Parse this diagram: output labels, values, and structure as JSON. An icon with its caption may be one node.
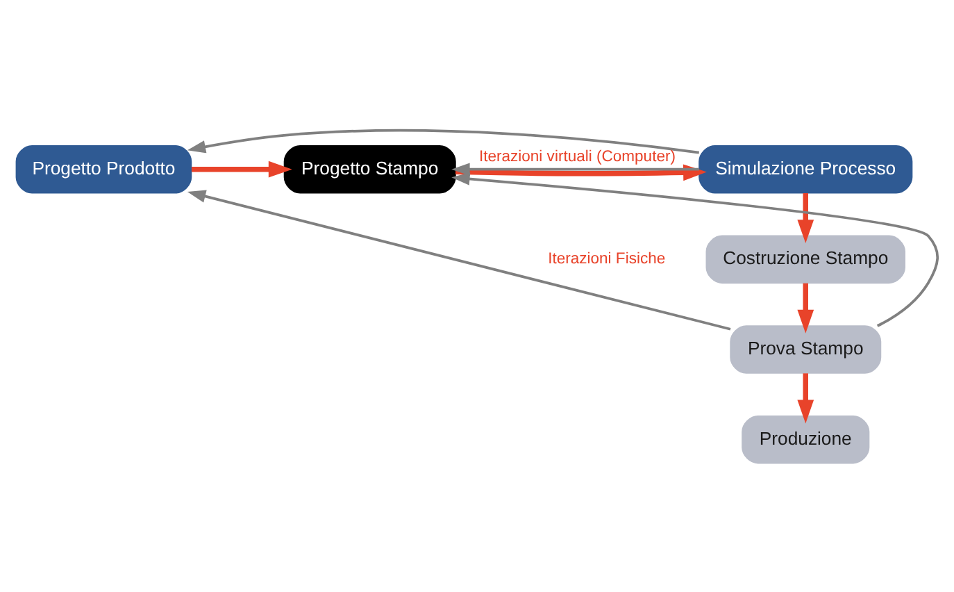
{
  "diagram": {
    "nodes": [
      {
        "text": [
          "Progetto Prodotto"
        ]
      },
      {
        "text": [
          "Progetto Stampo"
        ]
      },
      {
        "text": [
          "Simulazione Processo"
        ]
      },
      {
        "text": [
          "Costruzione Stampo"
        ]
      },
      {
        "text": [
          "Prova Stampo"
        ]
      },
      {
        "text": [
          "Produzione"
        ]
      }
    ],
    "edges": [
      {
        "from": 0,
        "to": 1,
        "arrow": "to"
      },
      {
        "from": 1,
        "to": 2,
        "arrow": "to"
      },
      {
        "from": 2,
        "to": 3,
        "arrow": "to"
      },
      {
        "from": 3,
        "to": 4,
        "arrow": "to"
      },
      {
        "from": 4,
        "to": 5,
        "arrow": "to"
      },
      {
        "from": 2,
        "to": 0,
        "arrow": "to",
        "color": "#808080"
      },
      {
        "from": 2,
        "to": 1,
        "arrow": "to",
        "label": "Iterazioni virtuali (Computer)",
        "color": "#808080"
      },
      {
        "from": 4,
        "to": 1,
        "arrow": "to",
        "color": "#808080"
      },
      {
        "from": 4,
        "to": 0,
        "arrow": "to",
        "label": "Iterazioni Fisiche",
        "color": "#808080"
      }
    ]
  }
}
